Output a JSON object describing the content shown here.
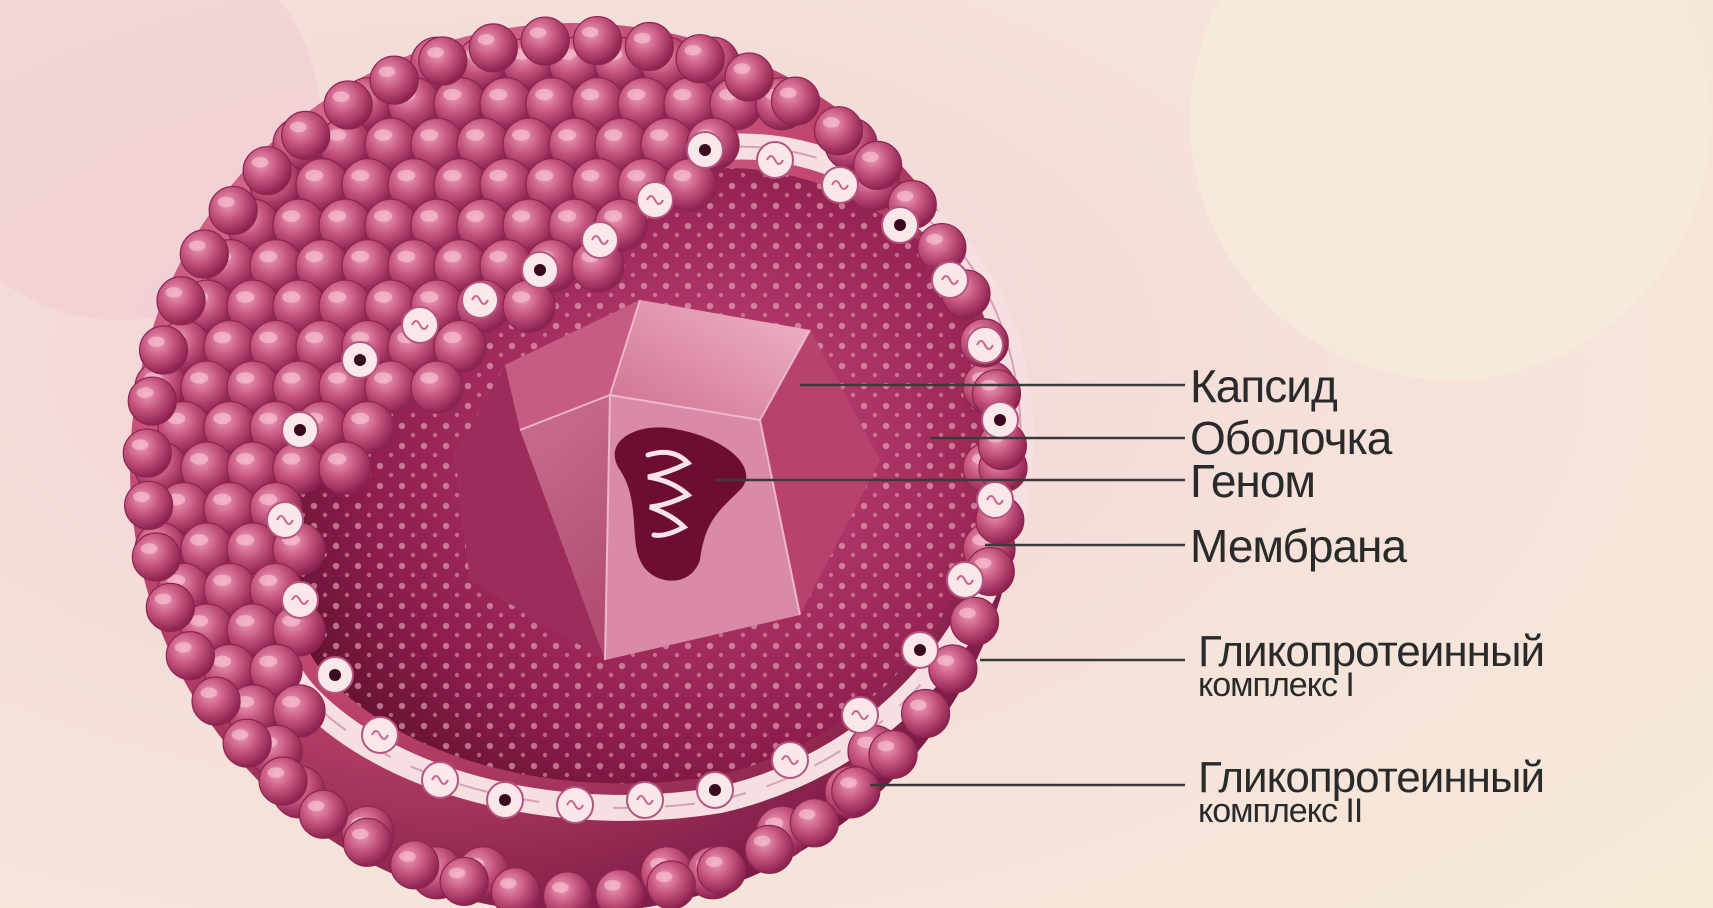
{
  "diagram": {
    "labels": {
      "capsid": "Капсид",
      "envelope": "Оболочка",
      "genome": "Геном",
      "membrane": "Мембрана",
      "gp1_line1": "Гликопротеинный",
      "gp1_line2": "комплекс I",
      "gp2_line1": "Гликопротеинный",
      "gp2_line2": "комплекс II"
    },
    "colors": {
      "background": "#f3e2d6",
      "capsomer": "#c2507c",
      "capsomer_dark": "#7a1a44",
      "membrane_band": "#f6dfe0",
      "interior": "#a02a5a",
      "core": "#e7a3bd",
      "genome": "#f6e6ea",
      "text": "#2a2a2a",
      "leader_line": "#3a3a3a"
    }
  }
}
